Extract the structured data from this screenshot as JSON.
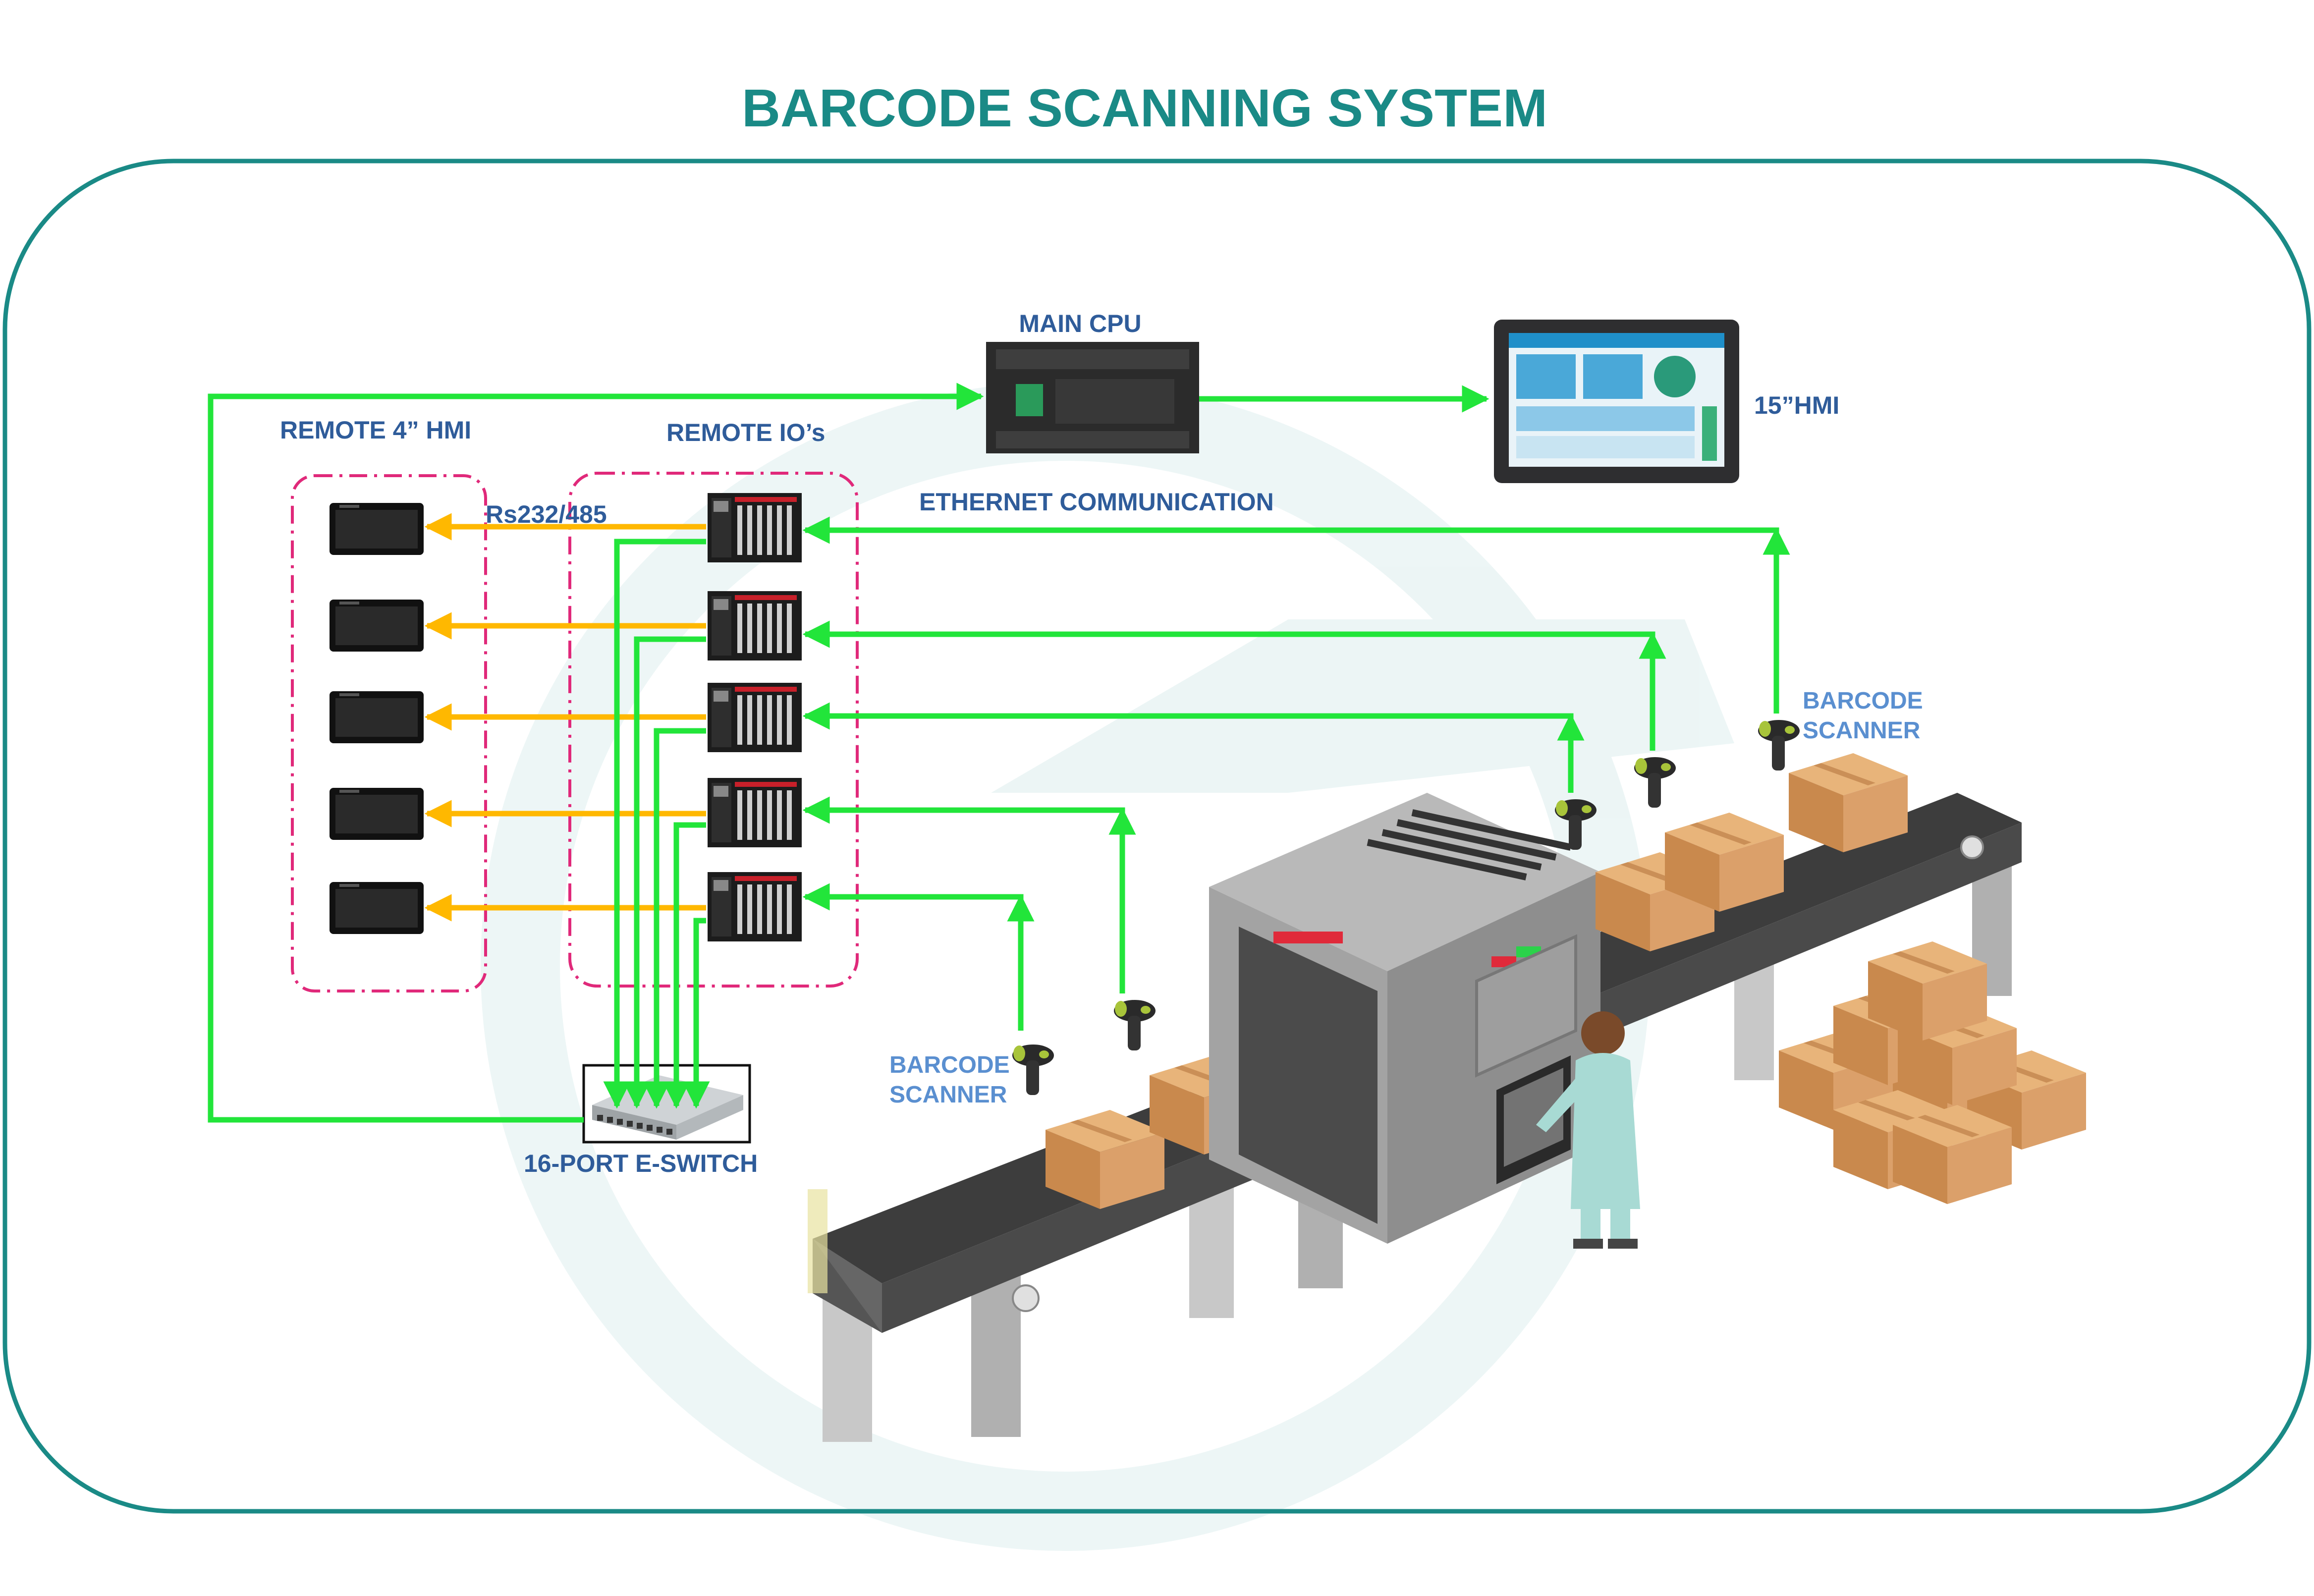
{
  "title": "BARCODE SCANNING SYSTEM",
  "labels": {
    "main_cpu": "MAIN CPU",
    "hmi_15": "15”HMI",
    "remote_hmi": "REMOTE 4” HMI",
    "remote_io": "REMOTE IO’s",
    "rs_label": "Rs232/485",
    "ethernet": "ETHERNET COMMUNICATION",
    "switch": "16-PORT E-SWITCH",
    "scanner_right": [
      "BARCODE",
      "SCANNER"
    ],
    "scanner_left": [
      "BARCODE",
      "SCANNER"
    ]
  },
  "colors": {
    "frame": "#1a8a86",
    "ethernet_line": "#22e53a",
    "serial_line": "#ffb800",
    "group_border": "#e0297a",
    "title": "#1a8a86",
    "label_dark": "#2f5c9a",
    "label_light": "#5a8fd0"
  },
  "icons": [
    "plc-cpu-icon",
    "hmi-15-icon",
    "hmi-4-icon",
    "remote-io-icon",
    "ethernet-switch-icon",
    "barcode-scanner-icon",
    "conveyor-icon",
    "xray-scanner-icon",
    "carton-box-icon",
    "operator-icon"
  ]
}
